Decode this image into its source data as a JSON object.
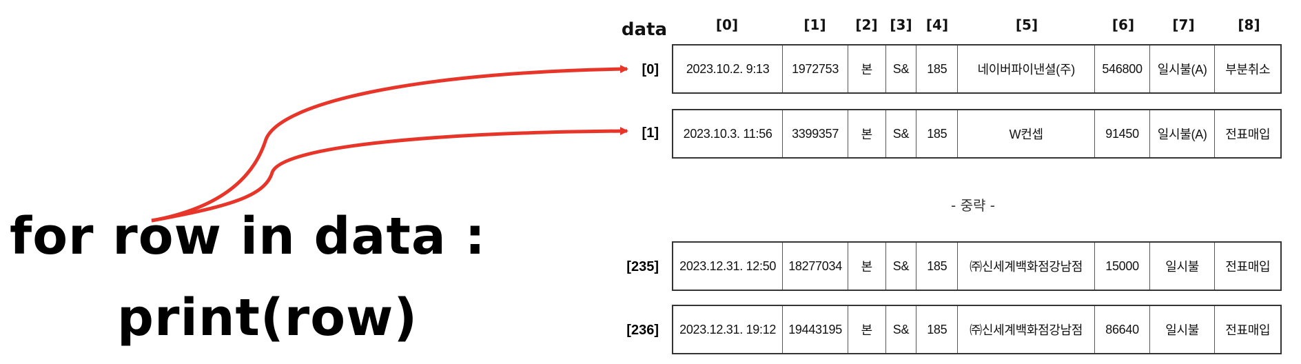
{
  "code": {
    "line1": "for row in data :",
    "line2": "print(row)"
  },
  "table": {
    "data_label": "data",
    "column_headers": [
      "[0]",
      "[1]",
      "[2]",
      "[3]",
      "[4]",
      "[5]",
      "[6]",
      "[7]",
      "[8]"
    ],
    "rows": [
      {
        "index": "[0]",
        "cells": [
          "2023.10.2.  9:13",
          "1972753",
          "본",
          "S&",
          "185",
          "네이버파이낸셜(주)",
          "546800",
          "일시불(A)",
          "부분취소"
        ]
      },
      {
        "index": "[1]",
        "cells": [
          "2023.10.3.  11:56",
          "3399357",
          "본",
          "S&",
          "185",
          "W컨셉",
          "91450",
          "일시불(A)",
          "전표매입"
        ]
      },
      {
        "index": "[235]",
        "cells": [
          "2023.12.31.  12:50",
          "18277034",
          "본",
          "S&",
          "185",
          "㈜신세계백화점강남점",
          "15000",
          "일시불",
          "전표매입"
        ]
      },
      {
        "index": "[236]",
        "cells": [
          "2023.12.31.  19:12",
          "19443195",
          "본",
          "S&",
          "185",
          "㈜신세계백화점강남점",
          "86640",
          "일시불",
          "전표매입"
        ]
      }
    ],
    "ellipsis": "- 중략 -"
  },
  "colors": {
    "arrow": "#e8352a",
    "border": "#333333",
    "text": "#111111"
  }
}
